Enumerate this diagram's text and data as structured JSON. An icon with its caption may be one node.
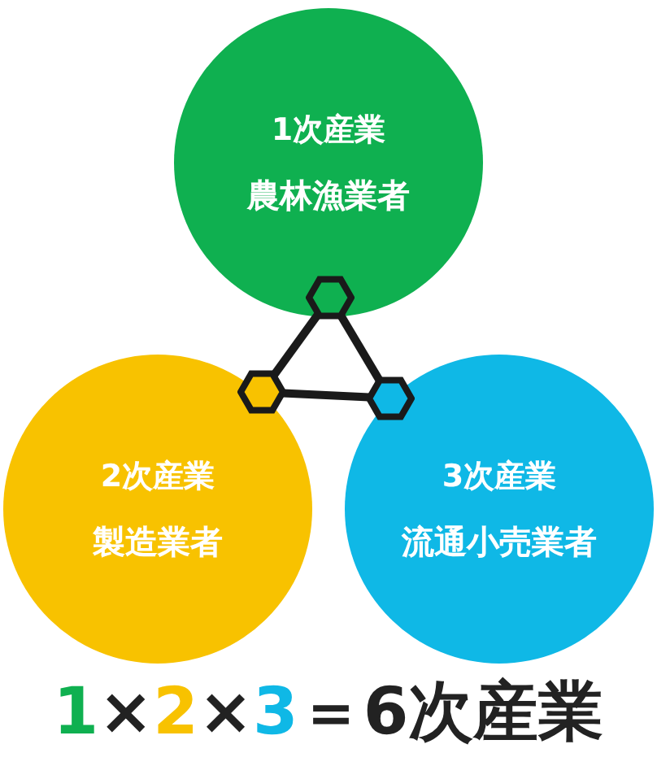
{
  "diagram": {
    "title": "1×2×3＝6次産業",
    "nodes": [
      {
        "text": [
          "1次産業",
          "農林漁業者"
        ]
      },
      {
        "text": [
          "2次産業",
          "製造業者"
        ]
      },
      {
        "text": [
          "3次産業",
          "流通小売業者"
        ]
      },
      {
        "text": [],
        "shape": "hexagon",
        "in": 0
      },
      {
        "text": [],
        "shape": "hexagon",
        "in": 1
      },
      {
        "text": [],
        "shape": "hexagon",
        "in": 2
      }
    ],
    "edges": [
      {
        "from": 3,
        "to": 4,
        "arrow": "none"
      },
      {
        "from": 4,
        "to": 5,
        "arrow": "none"
      },
      {
        "from": 5,
        "to": 3,
        "arrow": "none"
      }
    ]
  }
}
